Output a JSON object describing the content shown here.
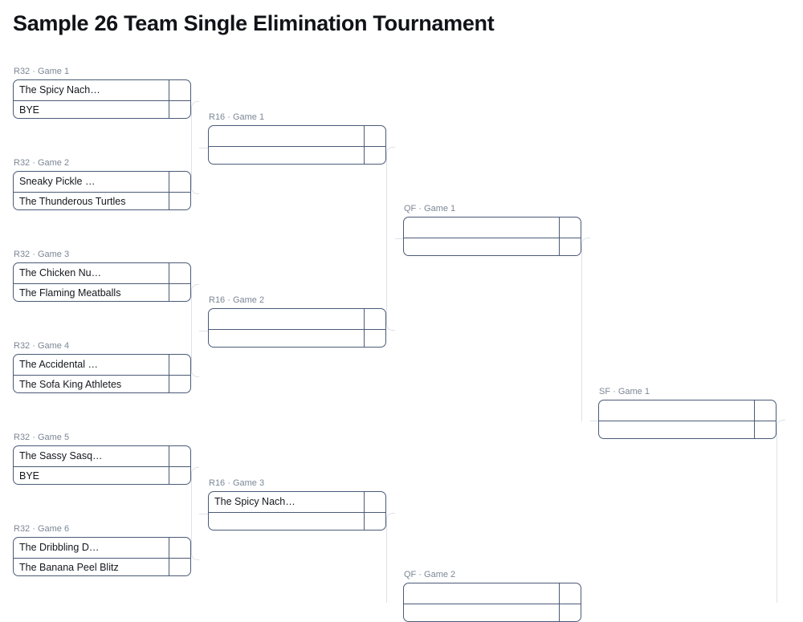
{
  "page": {
    "title": "Sample 26 Team Single Elimination Tournament"
  },
  "style": {
    "box_border_color": "#4b5a77",
    "connector_color": "#dde2e9",
    "label_color": "#7c8796",
    "text_color": "#14171c",
    "background": "#ffffff"
  },
  "bracket": {
    "separator": "·",
    "rounds": [
      {
        "key": "r32",
        "name": "R32",
        "matches": [
          {
            "label": "R32 · Game 1",
            "round": "R32",
            "game": "Game 1",
            "slots": [
              {
                "name": "The Spicy Nach…",
                "score": ""
              },
              {
                "name": "BYE",
                "score": ""
              }
            ]
          },
          {
            "label": "R32 · Game 2",
            "round": "R32",
            "game": "Game 2",
            "slots": [
              {
                "name": "Sneaky Pickle …",
                "score": ""
              },
              {
                "name": "The Thunderous Turtles",
                "score": ""
              }
            ]
          },
          {
            "label": "R32 · Game 3",
            "round": "R32",
            "game": "Game 3",
            "slots": [
              {
                "name": "The Chicken Nu…",
                "score": ""
              },
              {
                "name": "The Flaming Meatballs",
                "score": ""
              }
            ]
          },
          {
            "label": "R32 · Game 4",
            "round": "R32",
            "game": "Game 4",
            "slots": [
              {
                "name": "The Accidental …",
                "score": ""
              },
              {
                "name": "The Sofa King Athletes",
                "score": ""
              }
            ]
          },
          {
            "label": "R32 · Game 5",
            "round": "R32",
            "game": "Game 5",
            "slots": [
              {
                "name": "The Sassy Sasq…",
                "score": ""
              },
              {
                "name": "BYE",
                "score": ""
              }
            ]
          },
          {
            "label": "R32 · Game 6",
            "round": "R32",
            "game": "Game 6",
            "slots": [
              {
                "name": "The Dribbling D…",
                "score": ""
              },
              {
                "name": "The Banana Peel Blitz",
                "score": ""
              }
            ]
          }
        ]
      },
      {
        "key": "r16",
        "name": "R16",
        "matches": [
          {
            "label": "R16 · Game 1",
            "round": "R16",
            "game": "Game 1",
            "slots": [
              {
                "name": "",
                "score": ""
              },
              {
                "name": "",
                "score": ""
              }
            ]
          },
          {
            "label": "R16 · Game 2",
            "round": "R16",
            "game": "Game 2",
            "slots": [
              {
                "name": "",
                "score": ""
              },
              {
                "name": "",
                "score": ""
              }
            ]
          },
          {
            "label": "R16 · Game 3",
            "round": "R16",
            "game": "Game 3",
            "slots": [
              {
                "name": "The Spicy Nach…",
                "score": ""
              },
              {
                "name": "",
                "score": ""
              }
            ]
          }
        ]
      },
      {
        "key": "qf",
        "name": "QF",
        "matches": [
          {
            "label": "QF · Game 1",
            "round": "QF",
            "game": "Game 1",
            "slots": [
              {
                "name": "",
                "score": ""
              },
              {
                "name": "",
                "score": ""
              }
            ]
          },
          {
            "label": "QF · Game 2",
            "round": "QF",
            "game": "Game 2",
            "slots": [
              {
                "name": "",
                "score": ""
              },
              {
                "name": "",
                "score": ""
              }
            ]
          }
        ]
      },
      {
        "key": "sf",
        "name": "SF",
        "matches": [
          {
            "label": "SF · Game 1",
            "round": "SF",
            "game": "Game 1",
            "slots": [
              {
                "name": "",
                "score": ""
              },
              {
                "name": "",
                "score": ""
              }
            ]
          }
        ]
      }
    ]
  }
}
